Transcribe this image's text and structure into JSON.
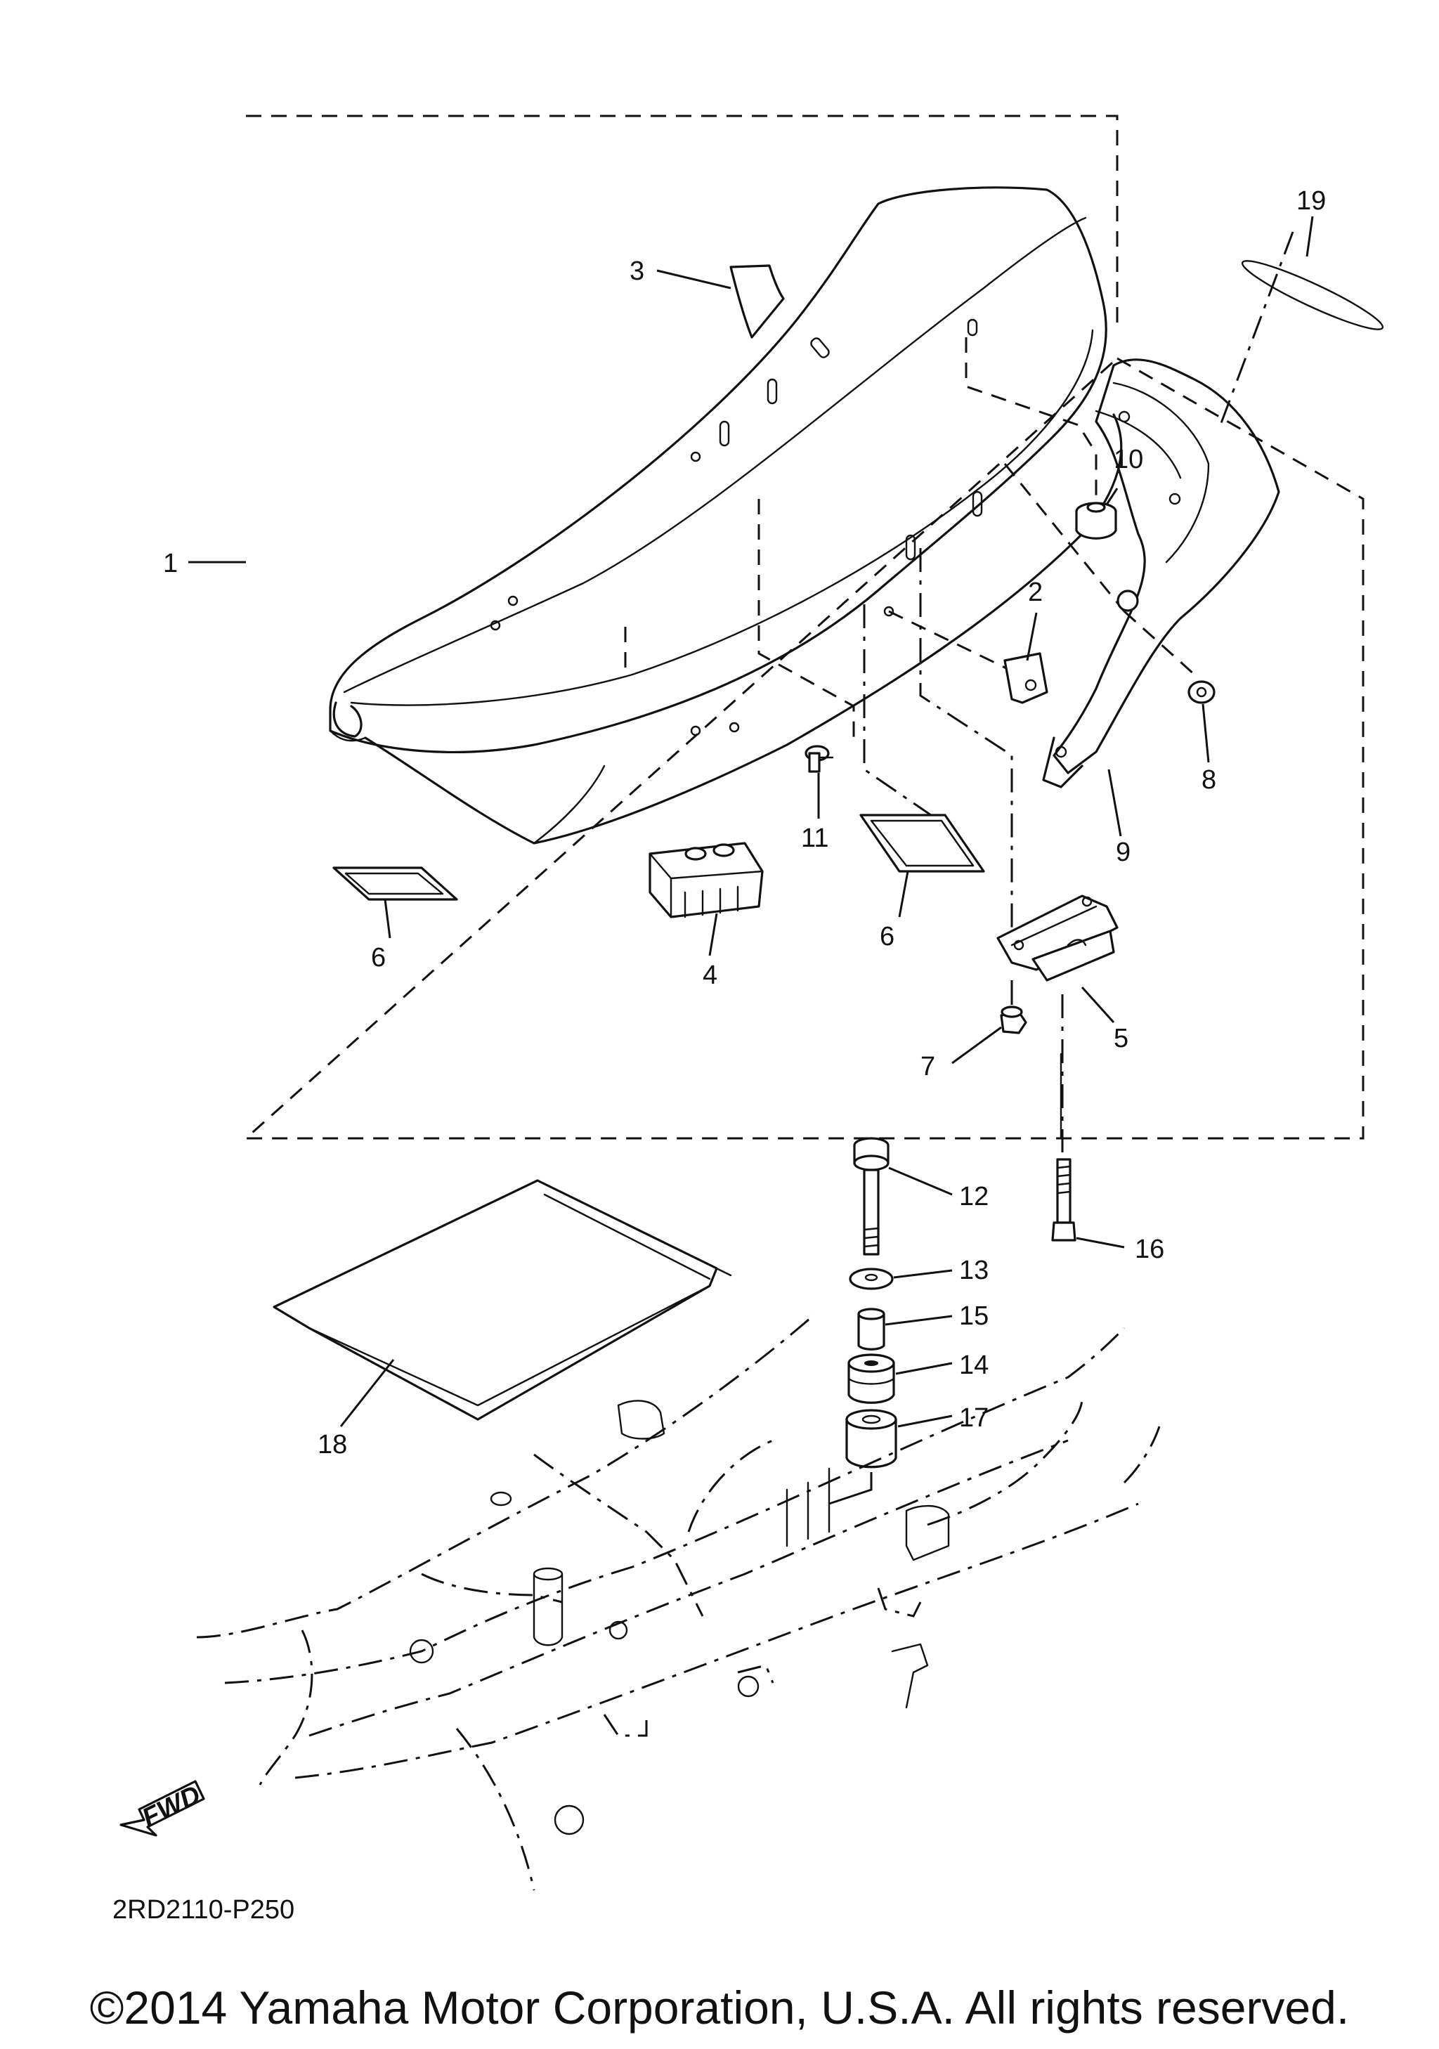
{
  "callouts": [
    {
      "id": "1",
      "text": "1"
    },
    {
      "id": "2",
      "text": "2"
    },
    {
      "id": "3",
      "text": "3"
    },
    {
      "id": "4",
      "text": "4"
    },
    {
      "id": "5",
      "text": "5"
    },
    {
      "id": "6a",
      "text": "6"
    },
    {
      "id": "6b",
      "text": "6"
    },
    {
      "id": "7",
      "text": "7"
    },
    {
      "id": "8",
      "text": "8"
    },
    {
      "id": "9",
      "text": "9"
    },
    {
      "id": "10",
      "text": "10"
    },
    {
      "id": "11",
      "text": "11"
    },
    {
      "id": "12",
      "text": "12"
    },
    {
      "id": "13",
      "text": "13"
    },
    {
      "id": "14",
      "text": "14"
    },
    {
      "id": "15",
      "text": "15"
    },
    {
      "id": "16",
      "text": "16"
    },
    {
      "id": "17",
      "text": "17"
    },
    {
      "id": "18",
      "text": "18"
    },
    {
      "id": "19",
      "text": "19"
    }
  ],
  "fwd_label": "FWD",
  "diagram_code": "2RD2110-P250",
  "copyright": "©2014 Yamaha Motor Corporation, U.S.A. All rights reserved."
}
